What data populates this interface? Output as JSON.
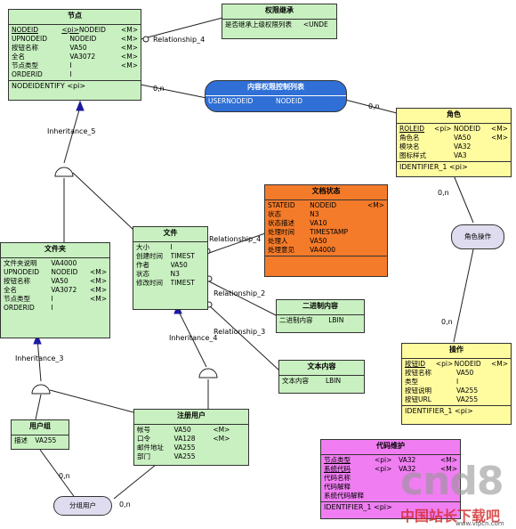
{
  "entities": {
    "node": {
      "title": "节点",
      "rows": [
        {
          "a": "NODEID",
          "b": "<pi>",
          "c": "NODEID",
          "d": "<M>",
          "pk": true
        },
        {
          "a": "UPNODEID",
          "b": "",
          "c": "NODEID",
          "d": "<M>"
        },
        {
          "a": "按钮名称",
          "b": "",
          "c": "VA50",
          "d": "<M>"
        },
        {
          "a": "全名",
          "b": "",
          "c": "VA3072",
          "d": "<M>"
        },
        {
          "a": "节点类型",
          "b": "",
          "c": "I",
          "d": "<M>"
        },
        {
          "a": "ORDERID",
          "b": "",
          "c": "I",
          "d": ""
        }
      ],
      "footer": "NODEIDENTIFY  <pi>"
    },
    "perm_inherit": {
      "title": "权限继承",
      "rows": [
        {
          "a": "是否继承上级权限列表",
          "b": "",
          "c": "<UNDE",
          "d": ""
        }
      ]
    },
    "content_perm": {
      "title": "内容权限控制列表",
      "rows": [
        {
          "a": "USERNODEID",
          "b": "",
          "c": "NODEID",
          "d": ""
        }
      ]
    },
    "role": {
      "title": "角色",
      "rows": [
        {
          "a": "ROLEID",
          "b": "<pi>",
          "c": "NODEID",
          "d": "<M>",
          "pk": true
        },
        {
          "a": "角色名",
          "b": "",
          "c": "VA50",
          "d": "<M>"
        },
        {
          "a": "模块名",
          "b": "",
          "c": "VA32",
          "d": ""
        },
        {
          "a": "图标样式",
          "b": "",
          "c": "VA3",
          "d": ""
        }
      ],
      "footer": "IDENTIFIER_1  <pi>"
    },
    "doc_status": {
      "title": "文档状态",
      "rows": [
        {
          "a": "STATEID",
          "b": "",
          "c": "NODEID",
          "d": "<M>"
        },
        {
          "a": "状态",
          "b": "",
          "c": "N3",
          "d": ""
        },
        {
          "a": "状态描述",
          "b": "",
          "c": "VA10",
          "d": ""
        },
        {
          "a": "处理时间",
          "b": "",
          "c": "TIMESTAMP",
          "d": ""
        },
        {
          "a": "处理人",
          "b": "",
          "c": "VA50",
          "d": ""
        },
        {
          "a": "处理意见",
          "b": "",
          "c": "VA4000",
          "d": ""
        }
      ]
    },
    "file": {
      "title": "文件",
      "rows": [
        {
          "a": "大小",
          "b": "",
          "c": "I",
          "d": ""
        },
        {
          "a": "创建时间",
          "b": "",
          "c": "TIMEST",
          "d": ""
        },
        {
          "a": "作者",
          "b": "",
          "c": "VA50",
          "d": ""
        },
        {
          "a": "状态",
          "b": "",
          "c": "N3",
          "d": ""
        },
        {
          "a": "修改时间",
          "b": "",
          "c": "TIMEST",
          "d": ""
        }
      ]
    },
    "folder": {
      "title": "文件夹",
      "rows": [
        {
          "a": "文件夹说明",
          "b": "",
          "c": "VA4000",
          "d": ""
        },
        {
          "a": "UPNODEID",
          "b": "",
          "c": "NODEID",
          "d": "<M>"
        },
        {
          "a": "按钮名称",
          "b": "",
          "c": "VA50",
          "d": "<M>"
        },
        {
          "a": "全名",
          "b": "",
          "c": "VA3072",
          "d": "<M>"
        },
        {
          "a": "节点类型",
          "b": "",
          "c": "I",
          "d": "<M>"
        },
        {
          "a": "ORDERID",
          "b": "",
          "c": "I",
          "d": ""
        }
      ]
    },
    "binary": {
      "title": "二进制内容",
      "rows": [
        {
          "a": "二进制内容",
          "b": "",
          "c": "LBIN",
          "d": ""
        }
      ]
    },
    "text": {
      "title": "文本内容",
      "rows": [
        {
          "a": "文本内容",
          "b": "",
          "c": "LBIN",
          "d": ""
        }
      ]
    },
    "operation": {
      "title": "操作",
      "rows": [
        {
          "a": "按钮ID",
          "b": "<pi>",
          "c": "NODEID",
          "d": "<M>",
          "pk": true
        },
        {
          "a": "按钮名称",
          "b": "",
          "c": "VA50",
          "d": ""
        },
        {
          "a": "类型",
          "b": "",
          "c": "I",
          "d": ""
        },
        {
          "a": "按钮说明",
          "b": "",
          "c": "VA255",
          "d": ""
        },
        {
          "a": "按钮URL",
          "b": "",
          "c": "VA255",
          "d": ""
        }
      ],
      "footer": "IDENTIFIER_1  <pi>"
    },
    "user_group": {
      "title": "用户组",
      "rows": [
        {
          "a": "描述",
          "b": "",
          "c": "VA255",
          "d": ""
        }
      ]
    },
    "reg_user": {
      "title": "注册用户",
      "rows": [
        {
          "a": "帐号",
          "b": "",
          "c": "VA50",
          "d": "<M>"
        },
        {
          "a": "口令",
          "b": "",
          "c": "VA128",
          "d": "<M>"
        },
        {
          "a": "邮件地址",
          "b": "",
          "c": "VA255",
          "d": ""
        },
        {
          "a": "部门",
          "b": "",
          "c": "VA255",
          "d": ""
        }
      ]
    },
    "code": {
      "title": "代码维护",
      "rows": [
        {
          "a": "节点类型",
          "b": "<pi>",
          "c": "VA32",
          "d": "<M>",
          "pk": true
        },
        {
          "a": "系统代码",
          "b": "<pi>",
          "c": "VA32",
          "d": "<M>",
          "pk": true
        },
        {
          "a": "代码名称",
          "b": "",
          "c": "",
          "d": ""
        },
        {
          "a": "代码解释",
          "b": "",
          "c": "",
          "d": ""
        },
        {
          "a": "系统代码解释",
          "b": "",
          "c": "",
          "d": ""
        }
      ],
      "footer": "IDENTIFIER_1  <pi>"
    }
  },
  "associations": {
    "role_op": "角色操作",
    "group_user": "分组用户"
  },
  "labels": {
    "rel4_top": "Relationship_4",
    "rel4_mid": "Relationship_4",
    "rel2": "Relationship_2",
    "rel3": "Relationship_3",
    "inh5": "Inheritance_5",
    "inh4": "Inheritance_4",
    "inh3": "Inheritance_3",
    "card_0n_node": "0,n",
    "card_0n_role": "0,n",
    "card_0n_role2": "0,n",
    "card_0n_op": "0,n",
    "card_0n_group": "0,n",
    "card_0n_user": "0,n"
  },
  "watermark": {
    "brand": "cnd8",
    "site": "中国站长下载吧",
    "url": "www.vipcn.com"
  }
}
